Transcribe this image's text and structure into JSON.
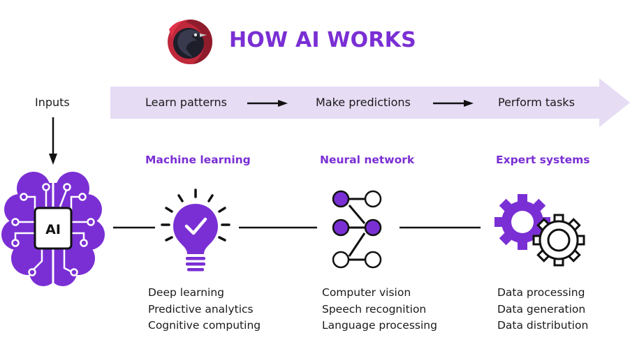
{
  "header": {
    "title": "HOW AI WORKS"
  },
  "flow": {
    "input_label": "Inputs",
    "steps": [
      "Learn patterns",
      "Make predictions",
      "Perform tasks"
    ]
  },
  "brain": {
    "chip_label": "AI"
  },
  "categories": [
    {
      "title": "Machine learning",
      "items": [
        "Deep learning",
        "Predictive analytics",
        "Cognitive computing"
      ]
    },
    {
      "title": "Neural network",
      "items": [
        "Computer vision",
        "Speech recognition",
        "Language processing"
      ]
    },
    {
      "title": "Expert systems",
      "items": [
        "Data processing",
        "Data generation",
        "Data distribution"
      ]
    }
  ],
  "colors": {
    "accent": "#7a2fd4",
    "banner": "#e6dcf4",
    "text": "#1a1a1a",
    "logo_red": "#c0283b"
  },
  "icons": [
    "crow-logo-icon",
    "brain-chip-icon",
    "lightbulb-check-icon",
    "neural-network-icon",
    "gears-icon"
  ]
}
